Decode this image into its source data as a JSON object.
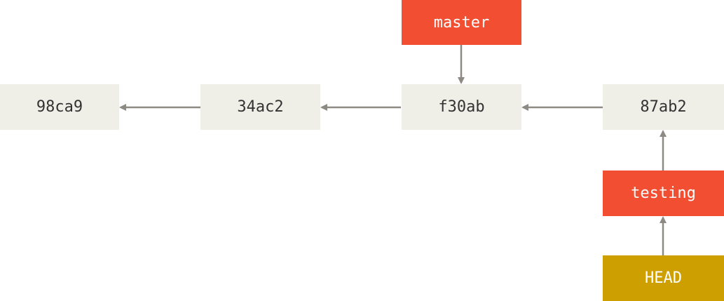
{
  "commits": [
    {
      "id": "98ca9"
    },
    {
      "id": "34ac2"
    },
    {
      "id": "f30ab"
    },
    {
      "id": "87ab2"
    }
  ],
  "branches": {
    "master": "master",
    "testing": "testing"
  },
  "head": "HEAD",
  "colors": {
    "commit_bg": "#f0efe7",
    "branch_bg": "#f14e32",
    "head_bg": "#cd9f00",
    "arrow": "#8c8a82"
  }
}
